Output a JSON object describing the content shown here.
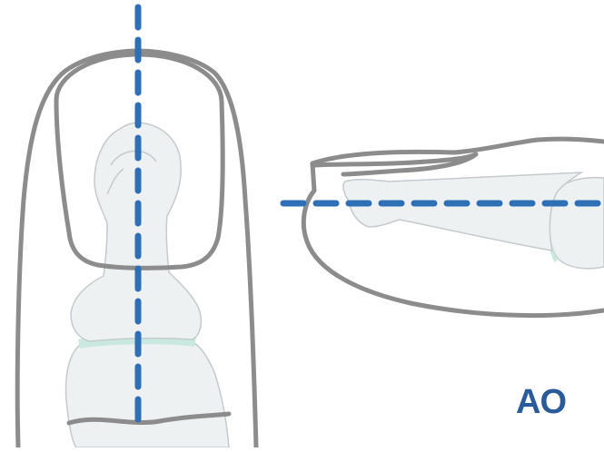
{
  "logo": {
    "text": "AO"
  },
  "colors": {
    "outline": "#8c8c8c",
    "bone_fill": "#eef1f2",
    "bone_edge": "#c4cacd",
    "cartilage": "#c9e9e0",
    "axis_line": "#2f6fb6",
    "logo": "#2a5c9c",
    "background": "#ffffff"
  },
  "figures": [
    {
      "name": "dorsal-view-finger",
      "axis": "longitudinal"
    },
    {
      "name": "lateral-view-finger",
      "axis": "longitudinal"
    }
  ]
}
